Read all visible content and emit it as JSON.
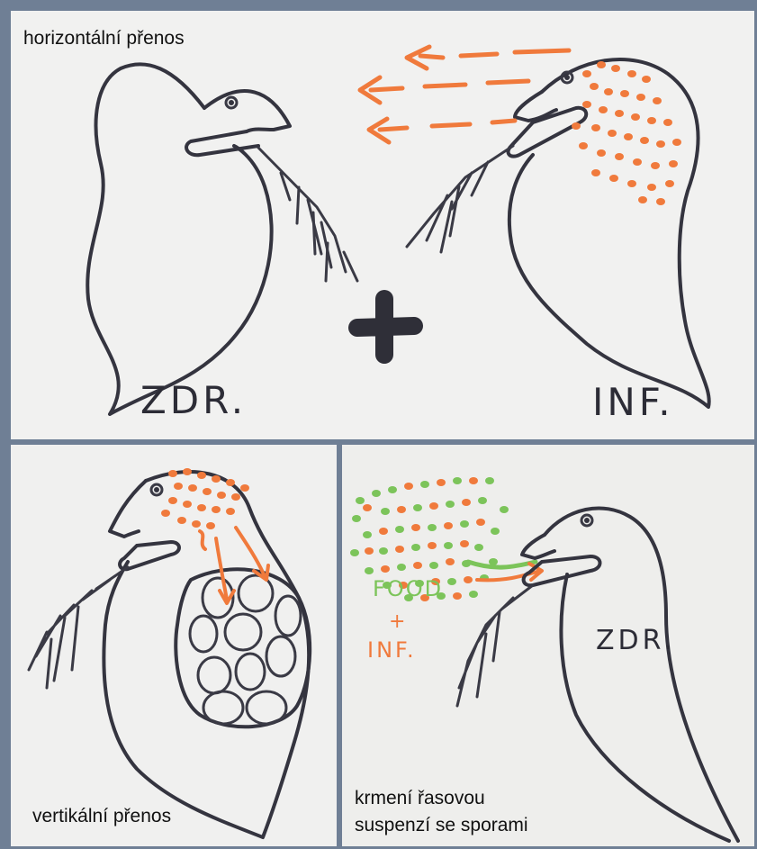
{
  "panels": {
    "horizontal": {
      "caption": "horizontální přenos",
      "label_healthy": "ZDR.",
      "label_infected": "INF."
    },
    "vertical": {
      "caption": "vertikální přenos"
    },
    "feeding": {
      "caption_line1": "krmení řasovou",
      "caption_line2": "suspenzí se sporami",
      "label_food": "FOOD",
      "label_plus": "+",
      "label_inf": "INF.",
      "label_healthy": "ZDR."
    }
  },
  "colors": {
    "ink": "#34343f",
    "spores": "#f07a3c",
    "algae": "#7cc45a",
    "background": "#f1f1f0",
    "frame": "#6f7f95"
  }
}
